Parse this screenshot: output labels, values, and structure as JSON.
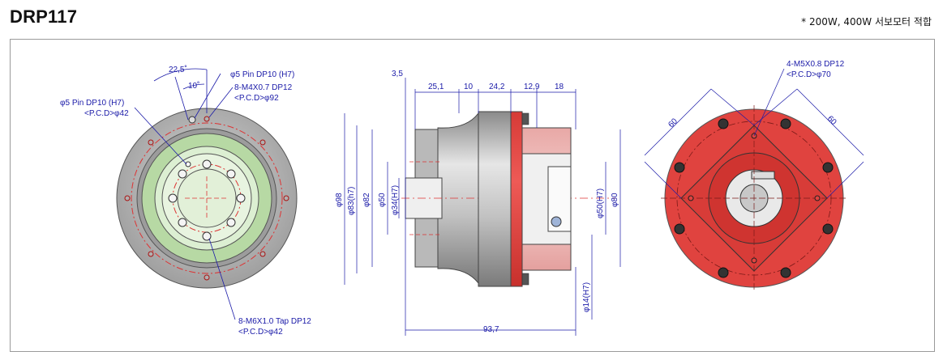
{
  "title": "DRP117",
  "note": "* 200W, 400W 서보모터 적합",
  "front_view": {
    "angle_outer": "22,5˚",
    "angle_inner": "10˚",
    "pin_top": "φ5 Pin DP10 (H7)",
    "tap_top_1": "8-M4X0.7 DP12",
    "tap_top_2": "<P.C.D>φ92",
    "pin_left_1": "φ5 Pin DP10 (H7)",
    "pin_left_2": "<P.C.D>φ42",
    "tap_bottom_1": "8-M6X1.0 Tap DP12",
    "tap_bottom_2": "<P.C.D>φ42"
  },
  "side_view": {
    "dims_top": [
      "3,5",
      "25,1",
      "10",
      "24,2",
      "12,9",
      "18"
    ],
    "dims_left": [
      "φ98",
      "φ83(h7)",
      "φ82",
      "φ50",
      "φ34(H7)"
    ],
    "dims_right": [
      "φ50(H7)",
      "φ80"
    ],
    "dim_bottom_right": "φ14(H7)",
    "overall_length": "93,7"
  },
  "rear_view": {
    "tap_1": "4-M5X0.8 DP12",
    "tap_2": "<P.C.D>φ70",
    "square_left": "60",
    "square_right": "60"
  },
  "colors": {
    "red": "#e0433f",
    "light_red": "#f08a86",
    "green": "#b7d9a4",
    "light_green": "#dcefd2",
    "gray": "#a8a8a8",
    "dim_line": "#1a1aa8"
  }
}
